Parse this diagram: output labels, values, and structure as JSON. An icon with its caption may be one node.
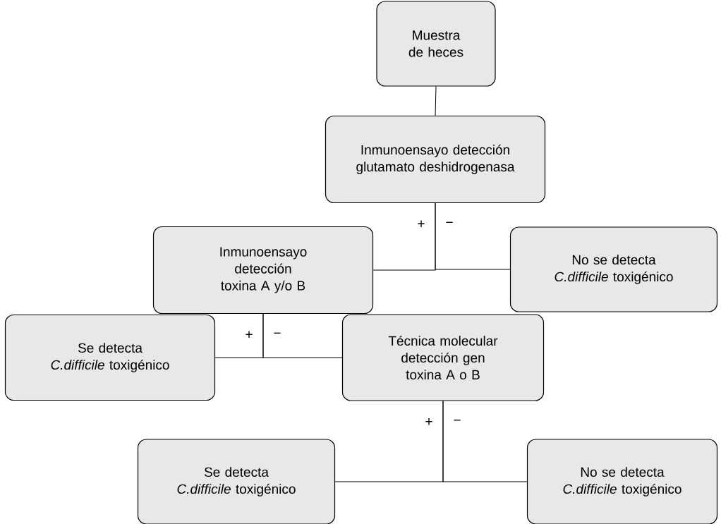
{
  "diagram": {
    "nodes": [
      {
        "text": [
          "Muestra de heces"
        ]
      },
      {
        "text": [
          "Inmunoensayo detección glutamato deshidrogenasa"
        ]
      },
      {
        "text": [
          "Inmunoensayo detección toxina A y/o B"
        ]
      },
      {
        "text": [
          "No se detecta *C.difficile* toxigénico"
        ]
      },
      {
        "text": [
          "Se detecta *C.difficile* toxigénico"
        ]
      },
      {
        "text": [
          "Técnica molecular detección gen toxina A o B"
        ]
      },
      {
        "text": [
          "Se detecta *C.difficile* toxigénico"
        ]
      },
      {
        "text": [
          "No se detecta *C.difficile* toxigénico"
        ]
      }
    ],
    "edges": [
      {
        "from": 0,
        "to": 1,
        "arrow": "none"
      },
      {
        "from": 1,
        "to": 2,
        "arrow": "none",
        "label": "+"
      },
      {
        "from": 1,
        "to": 3,
        "arrow": "none",
        "label": "−"
      },
      {
        "from": 2,
        "to": 4,
        "arrow": "none",
        "label": "+"
      },
      {
        "from": 2,
        "to": 5,
        "arrow": "none",
        "label": "−"
      },
      {
        "from": 5,
        "to": 6,
        "arrow": "none",
        "label": "+"
      },
      {
        "from": 5,
        "to": 7,
        "arrow": "none",
        "label": "−"
      }
    ]
  }
}
